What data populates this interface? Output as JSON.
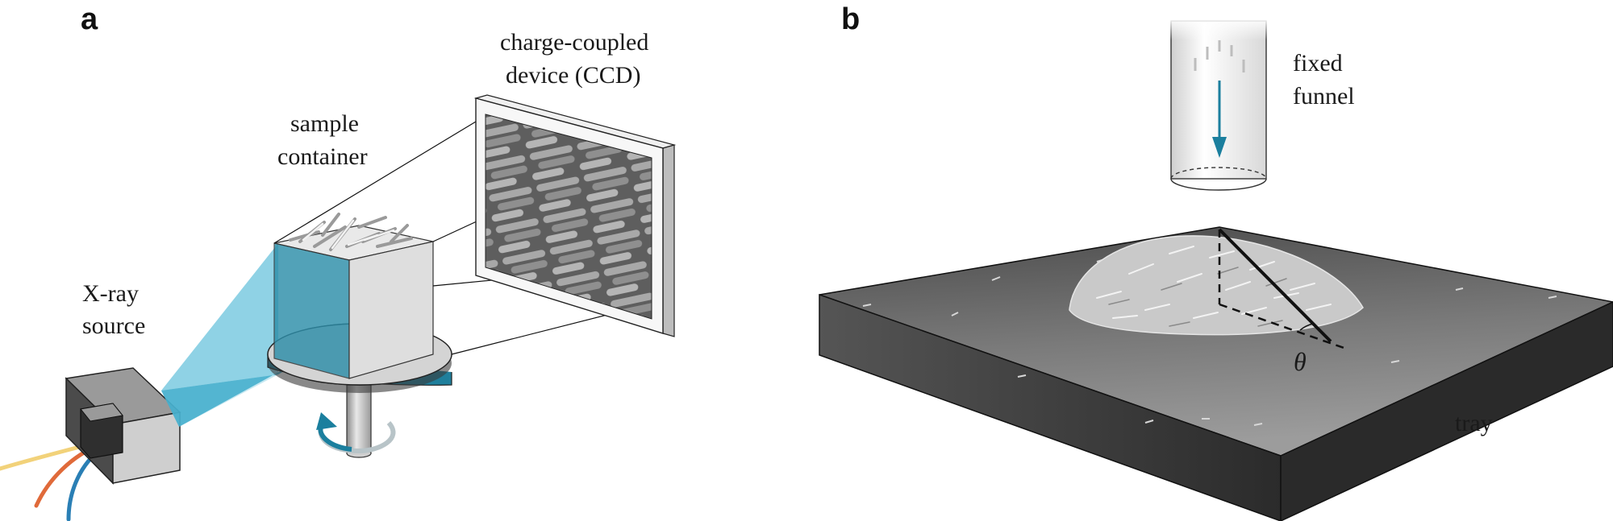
{
  "panels": {
    "a": {
      "letter": "a",
      "labels": {
        "xray_source_line1": "X-ray",
        "xray_source_line2": "source",
        "sample_line1": "sample",
        "sample_line2": "container",
        "ccd_line1": "charge-coupled",
        "ccd_line2": "device (CCD)"
      }
    },
    "b": {
      "letter": "b",
      "labels": {
        "funnel_line1": "fixed",
        "funnel_line2": "funnel",
        "tray": "tray",
        "angle": "θ"
      }
    }
  },
  "colors": {
    "beam": "#3aa9c9",
    "beam_light": "#9bd8ea",
    "rotation_arrow": "#1b7f9e",
    "funnel_arrow": "#1b7f9e",
    "tray_top": "#5a5a5a",
    "tray_side": "#3a3a3a",
    "wire_yellow": "#f2d27a",
    "wire_orange": "#e06a3a",
    "wire_blue": "#2a7fb5"
  }
}
